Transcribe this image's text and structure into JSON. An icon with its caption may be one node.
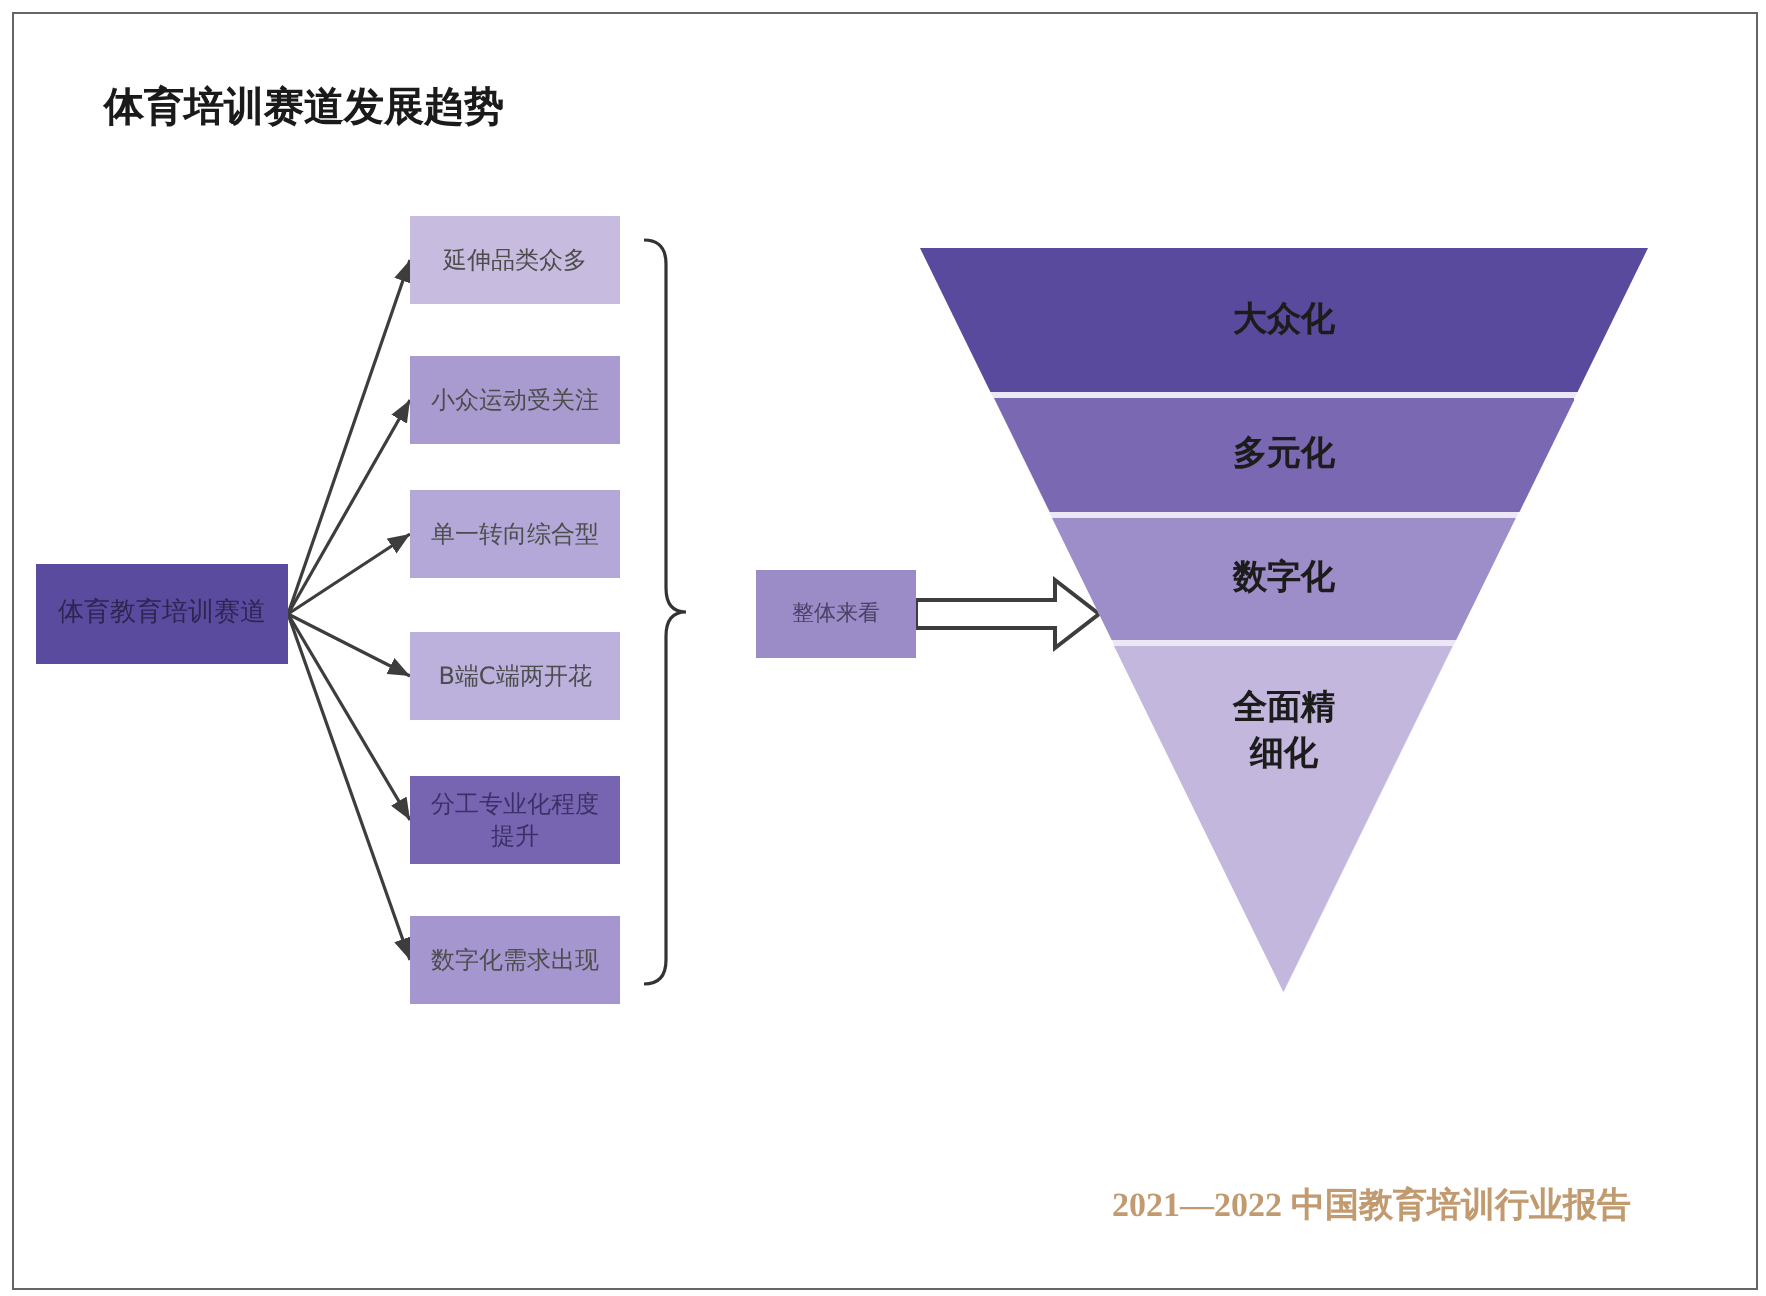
{
  "diagram": {
    "title": "体育培训赛道发展趋势",
    "caption": "2021—2022 中国教育培训行业报告",
    "nodes": [
      {
        "text": [
          "体育教育培训赛道"
        ]
      },
      {
        "text": [
          "延伸品类众多"
        ]
      },
      {
        "text": [
          "小众运动受关注"
        ]
      },
      {
        "text": [
          "单一转向综合型"
        ]
      },
      {
        "text": [
          "B端C端两开花"
        ]
      },
      {
        "text": [
          "分工专业化程度提升"
        ]
      },
      {
        "text": [
          "数字化需求出现"
        ]
      },
      {
        "text": [
          "整体来看"
        ]
      },
      {
        "text": [],
        "shape": "triangle"
      },
      {
        "text": [
          "大众化"
        ],
        "in": 8
      },
      {
        "text": [
          "多元化"
        ],
        "in": 8
      },
      {
        "text": [
          "数字化"
        ],
        "in": 8
      },
      {
        "text": [
          "全面精细化"
        ],
        "in": 8
      }
    ],
    "edges": [
      {
        "from": 0,
        "to": 1,
        "arrow": "to"
      },
      {
        "from": 0,
        "to": 2,
        "arrow": "to"
      },
      {
        "from": 0,
        "to": 3,
        "arrow": "to"
      },
      {
        "from": 0,
        "to": 4,
        "arrow": "to"
      },
      {
        "from": 0,
        "to": 5,
        "arrow": "to"
      },
      {
        "from": 0,
        "to": 6,
        "arrow": "to"
      },
      {
        "from": 7,
        "to": 8,
        "arrow": "to",
        "style": "thick"
      }
    ]
  }
}
